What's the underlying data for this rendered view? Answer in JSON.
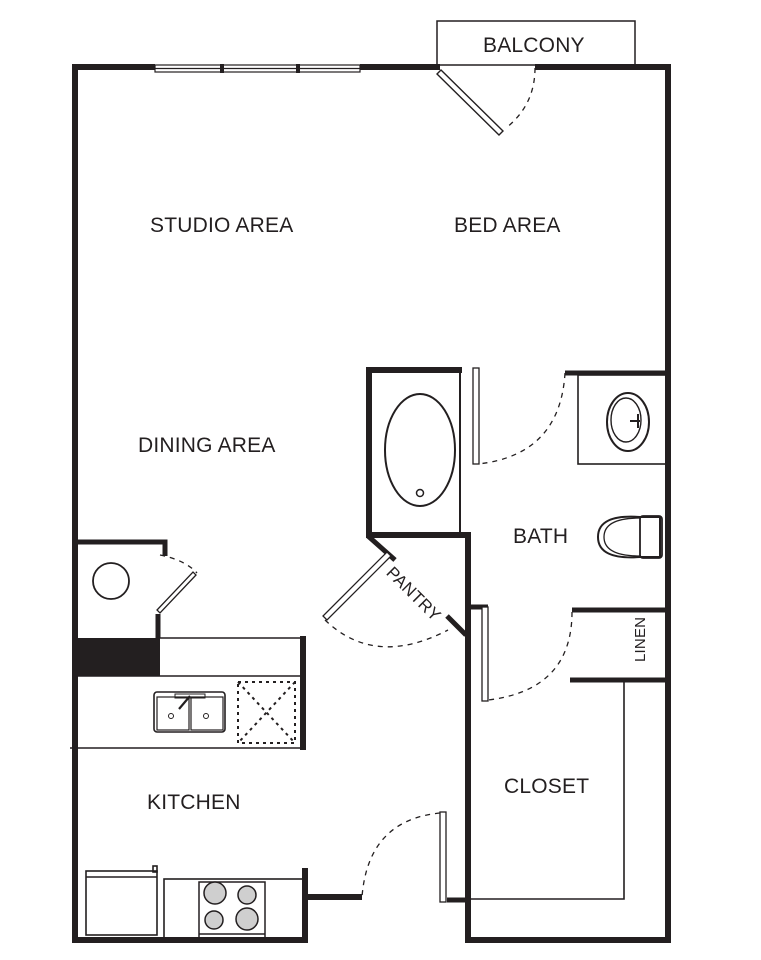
{
  "plan": {
    "type": "studio apartment floor plan",
    "line_color": "#231f20",
    "background": "#ffffff"
  },
  "rooms": {
    "balcony": "BALCONY",
    "studio": "STUDIO AREA",
    "bed": "BED AREA",
    "dining": "DINING AREA",
    "bath": "BATH",
    "pantry": "PANTRY",
    "linen": "LINEN",
    "closet": "CLOSET",
    "kitchen": "KITCHEN"
  },
  "fixtures": [
    "bathtub",
    "bathroom-sink",
    "toilet",
    "kitchen-double-sink",
    "dishwasher",
    "range-4-burner",
    "refrigerator",
    "water-heater"
  ]
}
